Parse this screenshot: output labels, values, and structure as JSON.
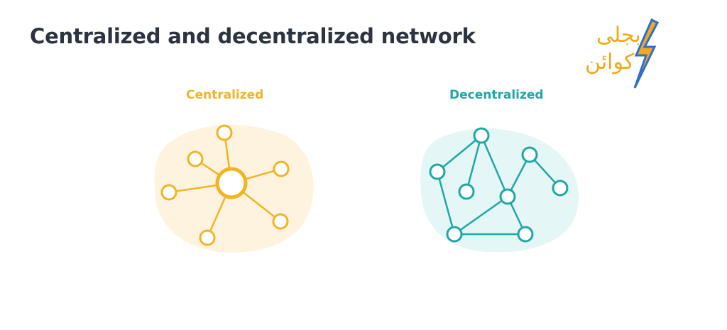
{
  "title": "Centralized and decentralized network",
  "logo": {
    "line1": "بجلی",
    "line2": "کوائن"
  },
  "centralized": {
    "label": "Centralized",
    "color": "#f0b524"
  },
  "decentralized": {
    "label": "Decentralized",
    "color": "#1ea8a4"
  }
}
